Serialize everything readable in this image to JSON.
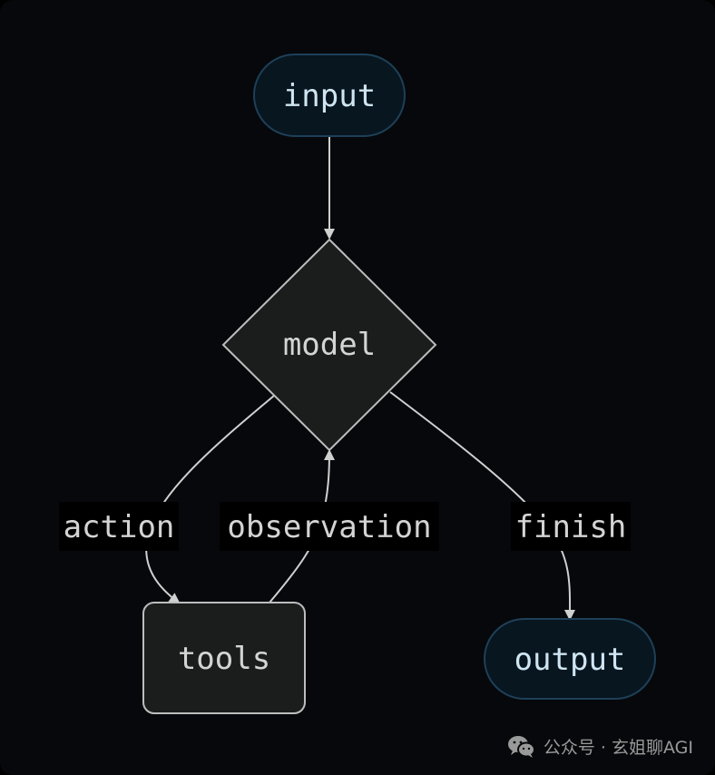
{
  "diagram": {
    "nodes": {
      "input": "input",
      "model": "model",
      "tools": "tools",
      "output": "output"
    },
    "edge_labels": {
      "action": "action",
      "observation": "observation",
      "finish": "finish"
    }
  },
  "watermark": {
    "text": "公众号 · 玄姐聊AGI",
    "icon": "wechat-icon"
  },
  "colors": {
    "background": "#06080b",
    "terminal_fill": "#081620",
    "terminal_stroke": "#1e4058",
    "terminal_text": "#cfe6f2",
    "process_fill": "#1b1d1d",
    "process_stroke": "#bdbdbd",
    "process_text": "#d4d4d4",
    "edge": "#d0d0d0",
    "label_bg": "#000000"
  }
}
